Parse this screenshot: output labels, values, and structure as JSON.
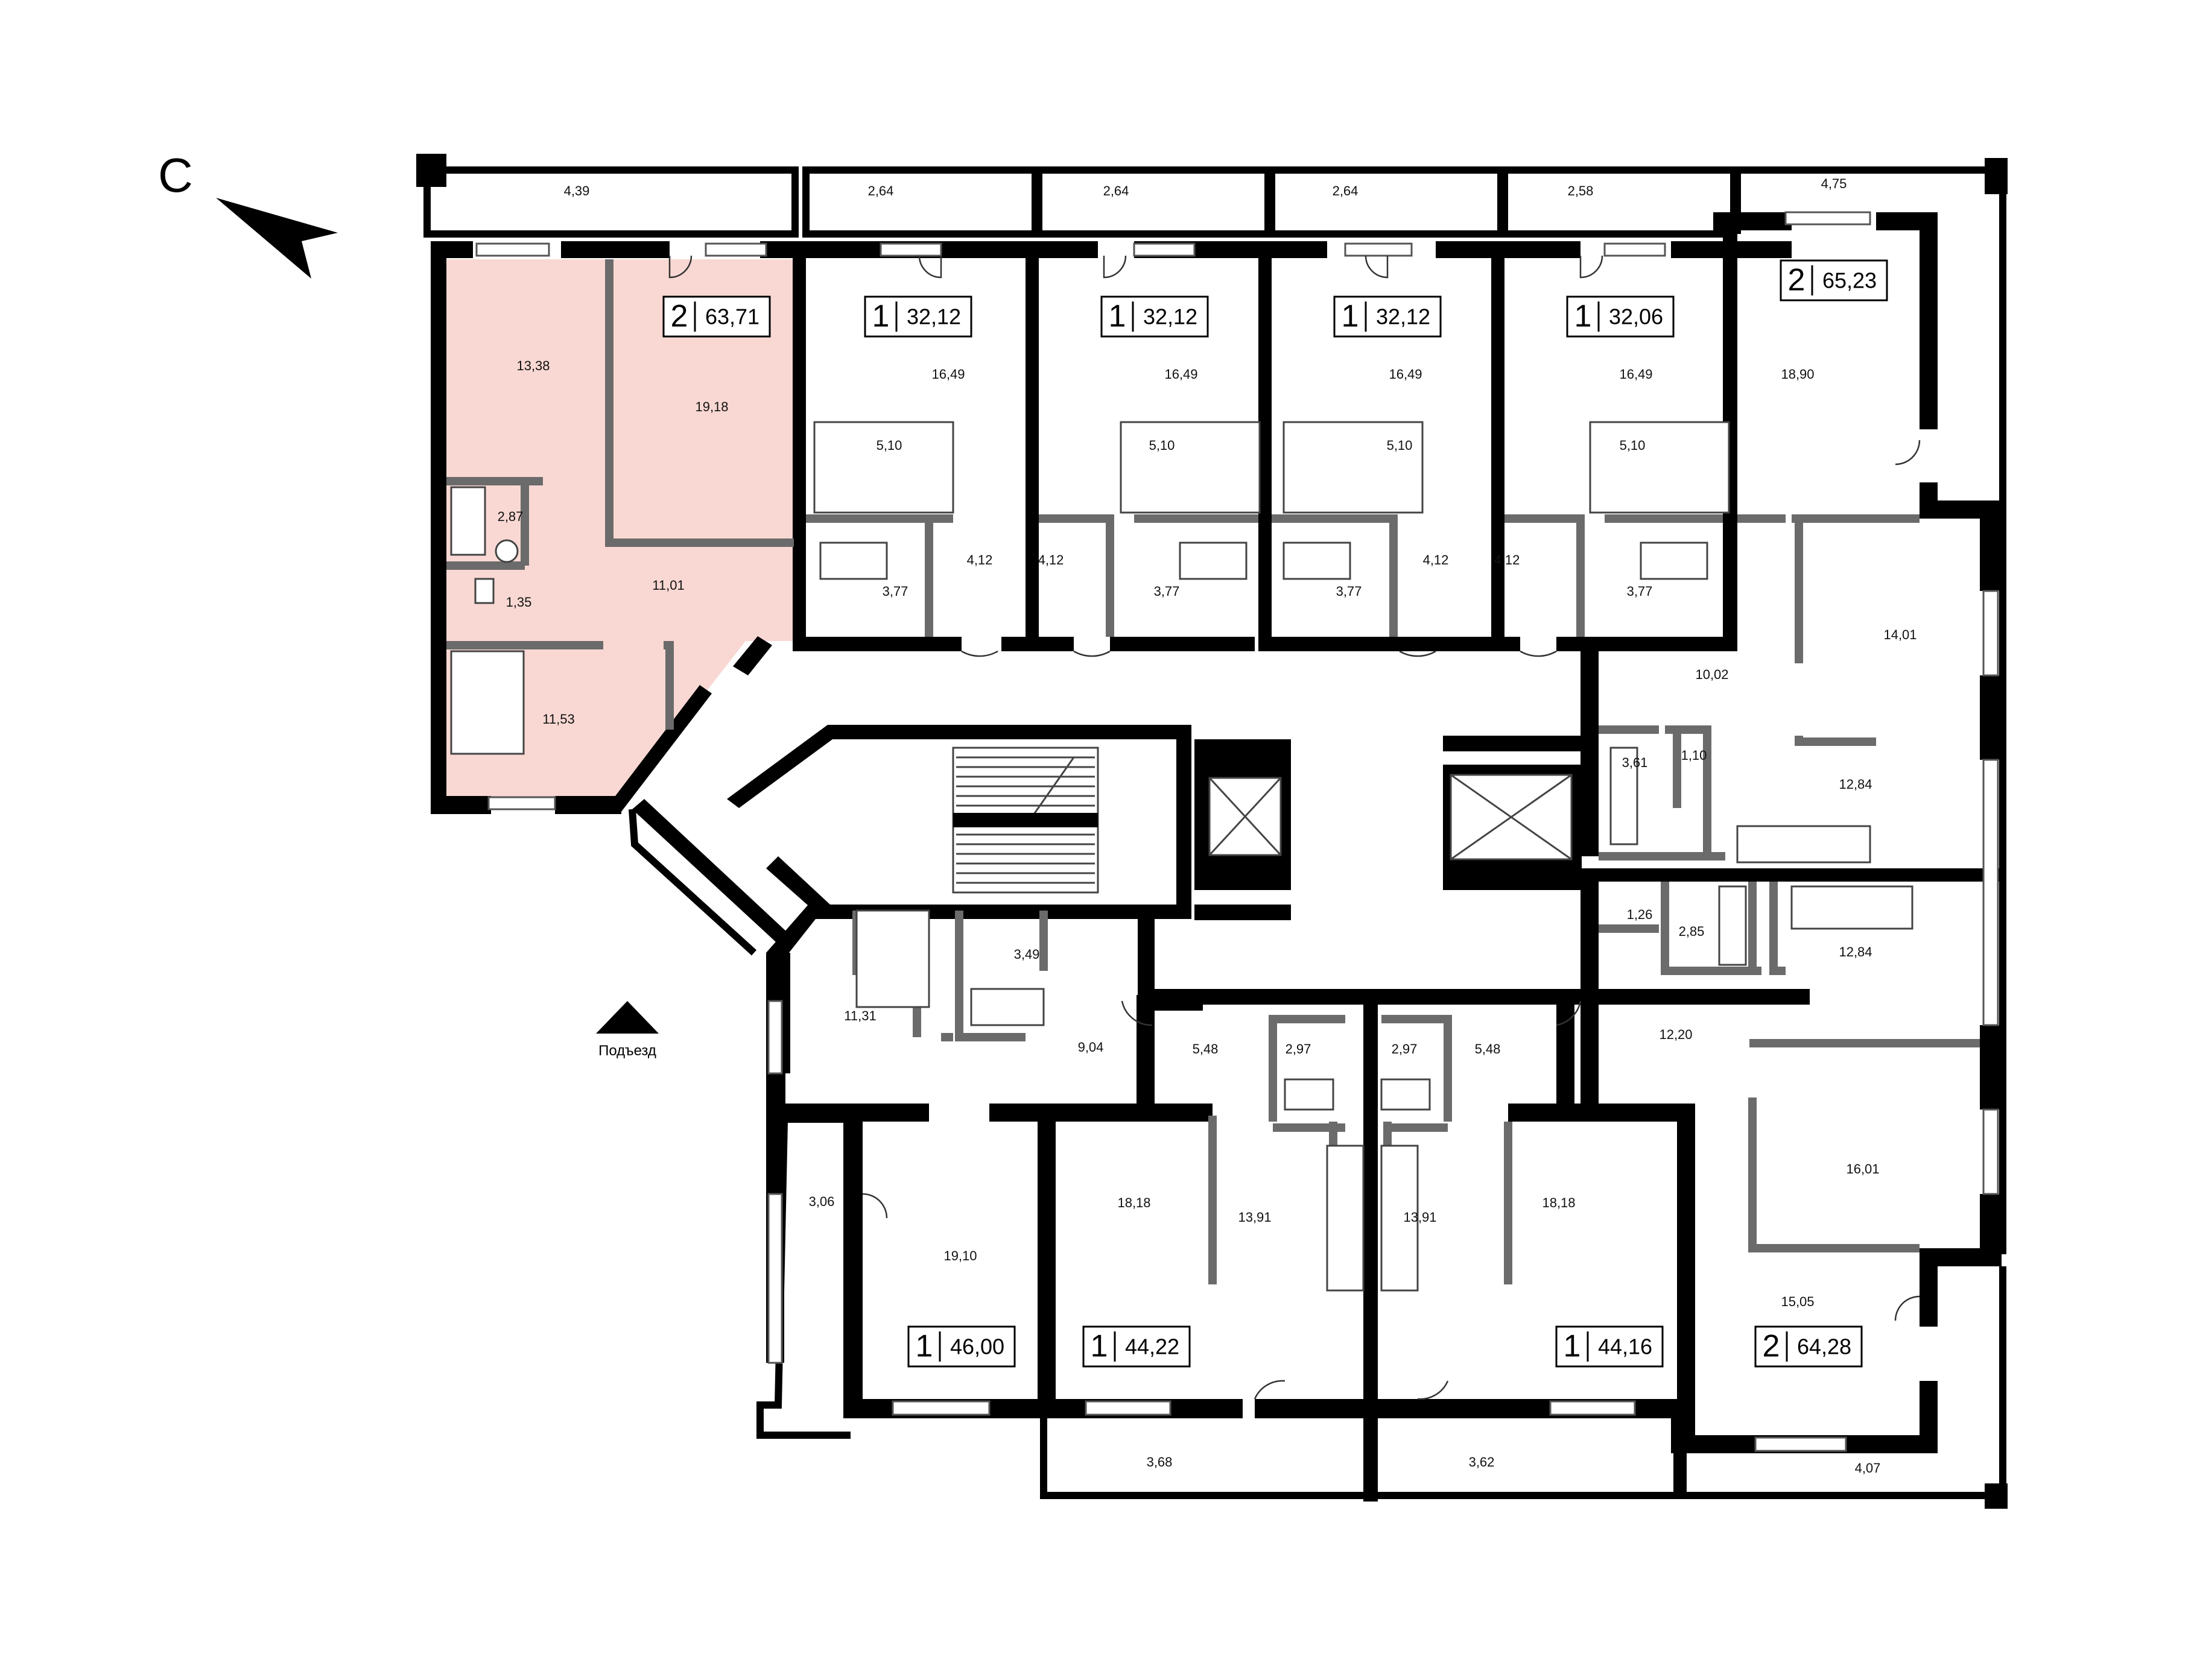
{
  "compass": {
    "label": "С"
  },
  "entrance": {
    "label": "Подъезд"
  },
  "highlight_color": "#f9d8d3",
  "badges": [
    {
      "id": "apt-2-63-71",
      "rooms": "2",
      "area": "63,71"
    },
    {
      "id": "apt-1-32-12-a",
      "rooms": "1",
      "area": "32,12"
    },
    {
      "id": "apt-1-32-12-b",
      "rooms": "1",
      "area": "32,12"
    },
    {
      "id": "apt-1-32-12-c",
      "rooms": "1",
      "area": "32,12"
    },
    {
      "id": "apt-1-32-06",
      "rooms": "1",
      "area": "32,06"
    },
    {
      "id": "apt-2-65-23",
      "rooms": "2",
      "area": "65,23"
    },
    {
      "id": "apt-1-46-00",
      "rooms": "1",
      "area": "46,00"
    },
    {
      "id": "apt-1-44-22",
      "rooms": "1",
      "area": "44,22"
    },
    {
      "id": "apt-1-44-16",
      "rooms": "1",
      "area": "44,16"
    },
    {
      "id": "apt-2-64-28",
      "rooms": "2",
      "area": "64,28"
    }
  ],
  "rooms": [
    "4,39",
    "2,64",
    "2,64",
    "2,64",
    "2,58",
    "4,75",
    "13,38",
    "19,18",
    "2,87",
    "1,35",
    "11,01",
    "11,53",
    "16,49",
    "5,10",
    "3,77",
    "4,12",
    "16,49",
    "5,10",
    "4,12",
    "3,77",
    "16,49",
    "5,10",
    "3,77",
    "4,12",
    "16,49",
    "5,10",
    "4,12",
    "3,77",
    "18,90",
    "14,01",
    "10,02",
    "3,61",
    "1,10",
    "12,84",
    "12,84",
    "1,26",
    "2,85",
    "12,20",
    "16,01",
    "15,05",
    "4,07",
    "11,31",
    "3,49",
    "9,04",
    "3,06",
    "19,10",
    "5,48",
    "2,97",
    "2,97",
    "5,48",
    "18,18",
    "13,91",
    "13,91",
    "18,18",
    "3,68",
    "3,62"
  ]
}
